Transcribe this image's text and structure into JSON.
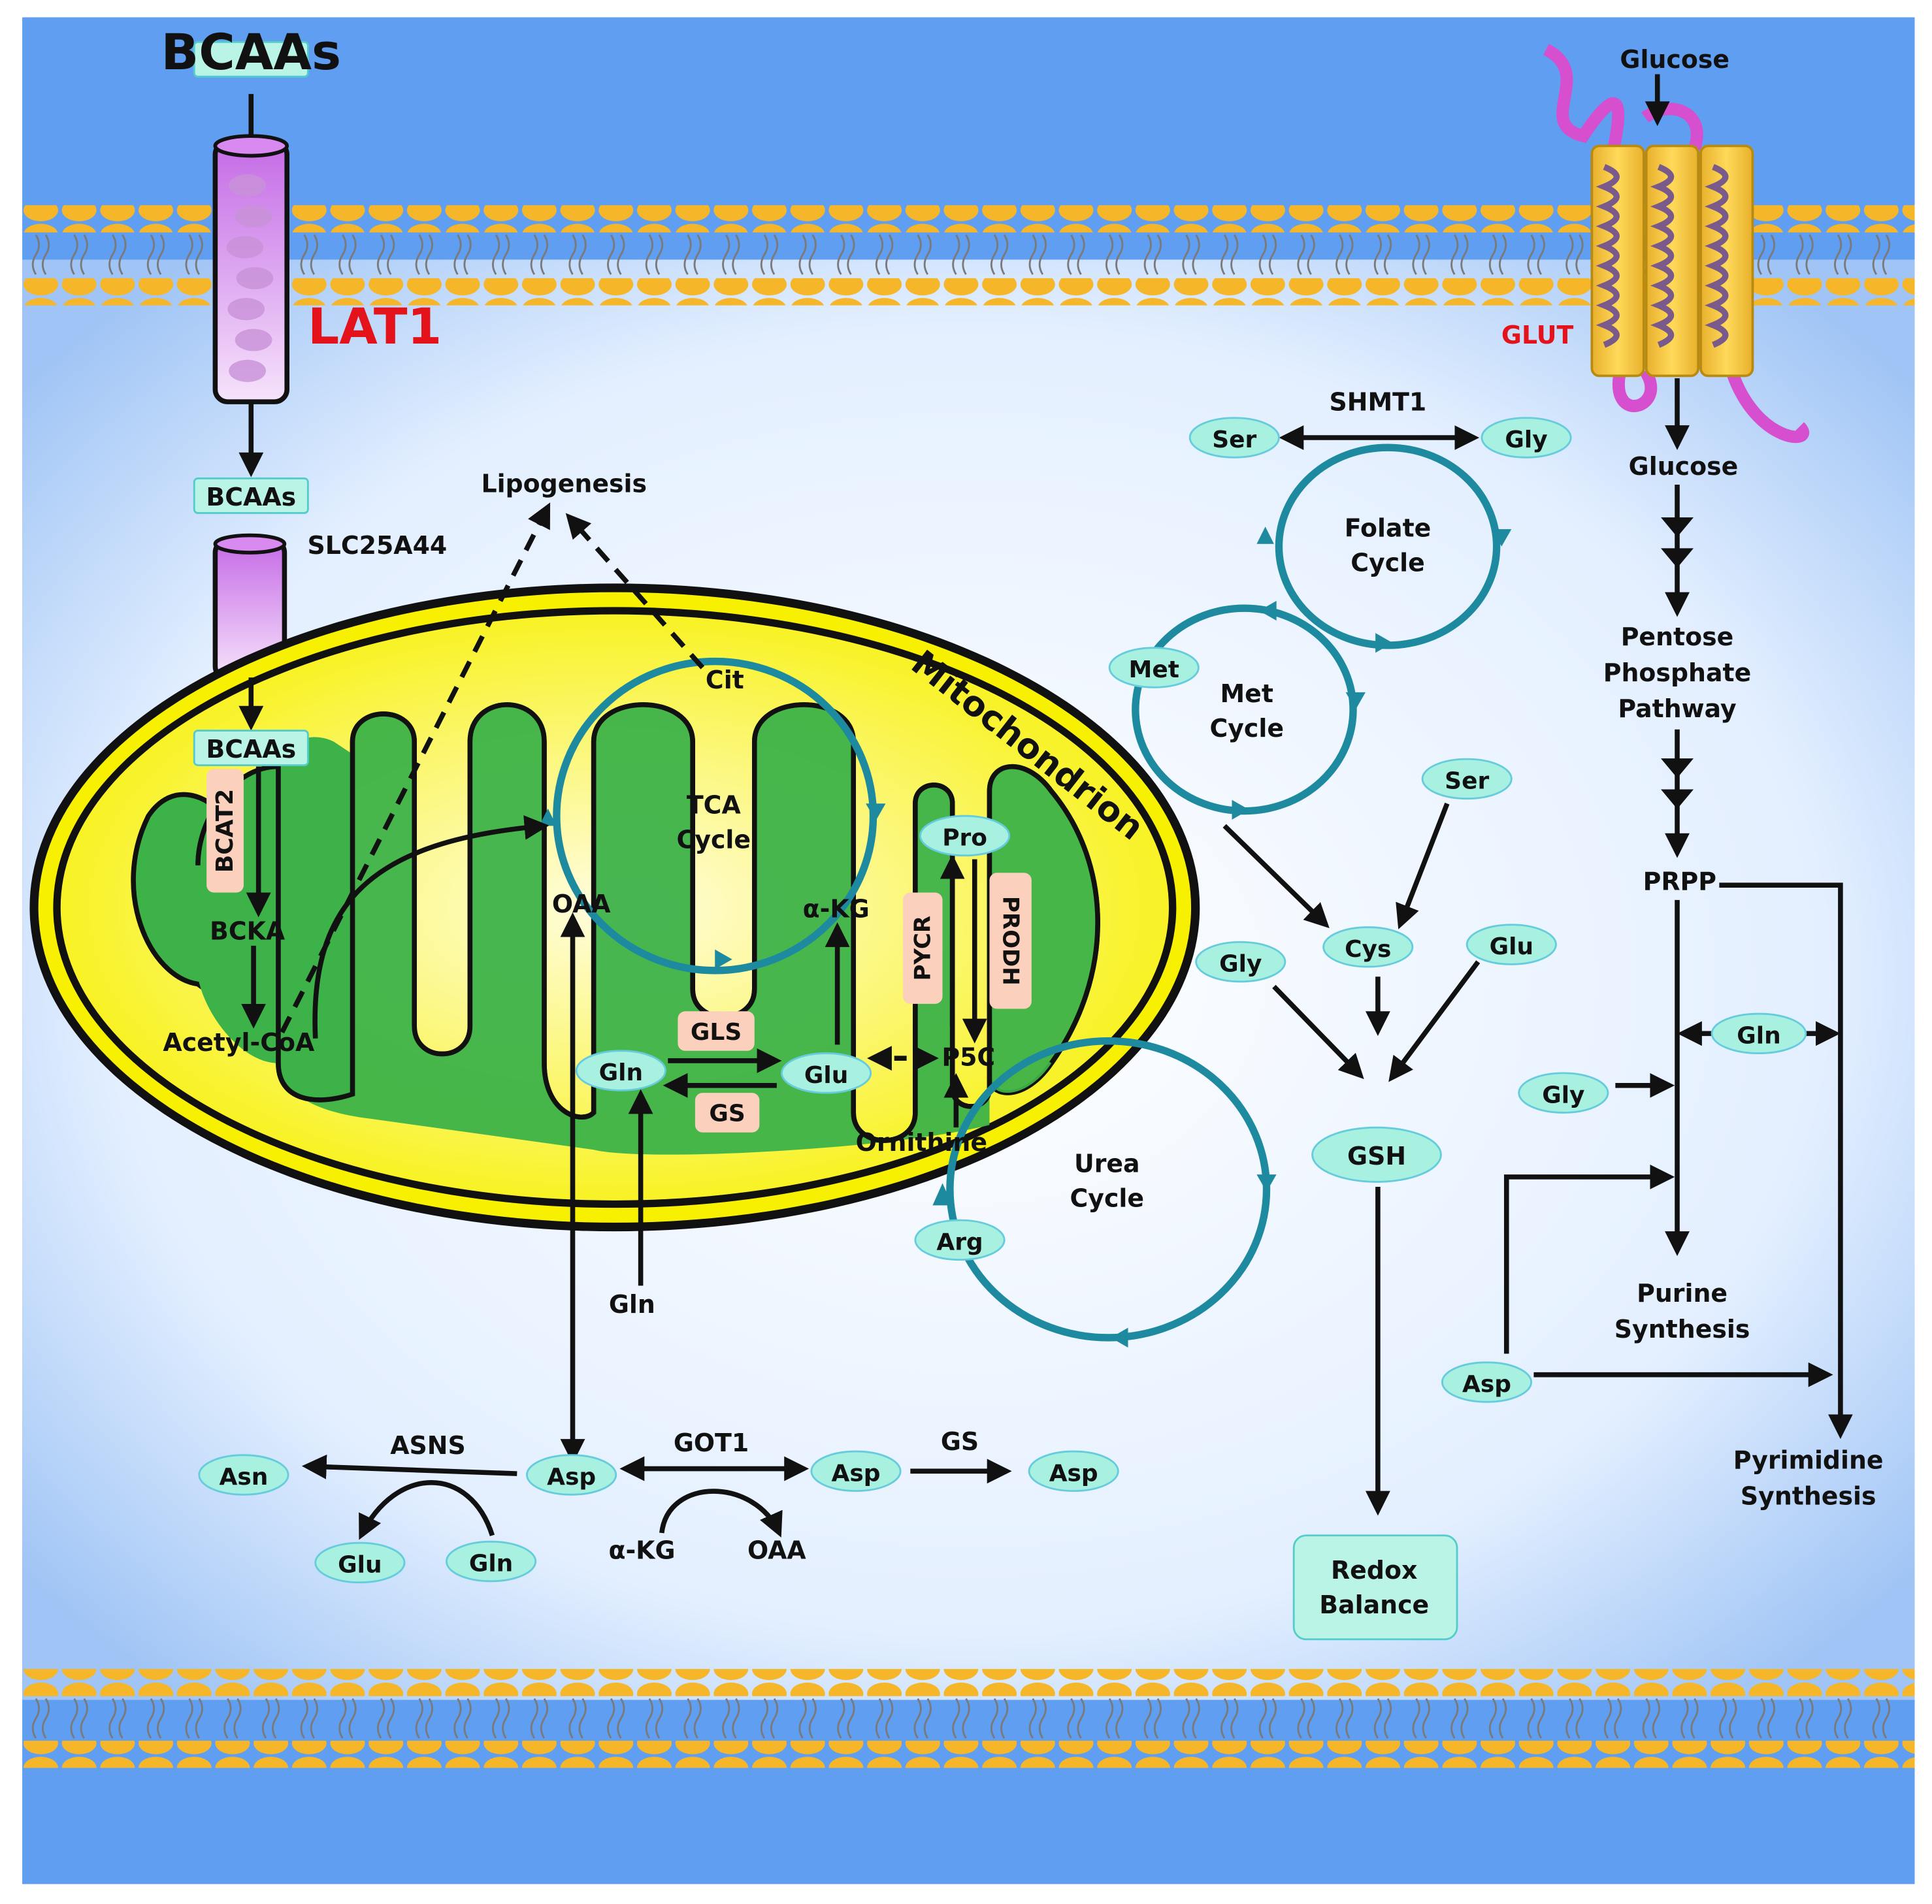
{
  "colors": {
    "extracellular": "#5f9ef0",
    "cytoplasm": "#eef5ff",
    "membrane_head": "#f5b62a",
    "mito_outer": "#f7f000",
    "mito_inner": "#3db249",
    "cycle": "#1e8aa0",
    "oval_fill": "#a8f0e0",
    "enzyme_fill": "#fbd0bc",
    "transporter_red": "#e3121b",
    "lat1_purple": "#b44fd8"
  },
  "transport": {
    "bcaas_top": "BCAAs",
    "lat1": "LAT1",
    "bcaas_mid": "BCAAs",
    "slc25a44": "SLC25A44",
    "bcaas_mito": "BCAAs",
    "glucose_top": "Glucose",
    "glut": "GLUT",
    "glucose_in": "Glucose"
  },
  "mito": {
    "title": "Mitochondrion",
    "bcat2": "BCAT2",
    "bcka": "BCKA",
    "acetyl_coa": "Acetyl-CoA",
    "cit": "Cit",
    "tca": [
      "TCA",
      "Cycle"
    ],
    "oaa": "OAA",
    "akg": "α-KG",
    "pro": "Pro",
    "pycr": "PYCR",
    "prodh": "PRODH",
    "p5c": "P5C",
    "gls": "GLS",
    "gs": "GS",
    "gln": "Gln",
    "glu": "Glu",
    "ornithine": "Ornithine"
  },
  "lipogenesis": "Lipogenesis",
  "urea": {
    "cycle": [
      "Urea",
      "Cycle"
    ],
    "arg": "Arg"
  },
  "cyto": {
    "gln_bottom": "Gln",
    "asns": "ASNS",
    "asn": "Asn",
    "asp1": "Asp",
    "glu_b": "Glu",
    "gln_b": "Gln",
    "got1": "GOT1",
    "asp2": "Asp",
    "akg_b": "α-KG",
    "oaa_b": "OAA",
    "gs_b": "GS",
    "asp3": "Asp"
  },
  "folate": {
    "shmt1": "SHMT1",
    "ser": "Ser",
    "gly": "Gly",
    "cycle": [
      "Folate",
      "Cycle"
    ],
    "met": "Met",
    "met_cycle": [
      "Met",
      "Cycle"
    ],
    "ser2": "Ser",
    "cys": "Cys",
    "gly2": "Gly",
    "glu": "Glu",
    "gsh": "GSH",
    "redox": [
      "Redox",
      "Balance"
    ]
  },
  "ppp": {
    "pentose": [
      "Pentose",
      "Phosphate",
      "Pathway"
    ],
    "prpp": "PRPP",
    "gln": "Gln",
    "gly": "Gly",
    "asp": "Asp",
    "purine": [
      "Purine",
      "Synthesis"
    ],
    "pyrimidine": [
      "Pyrimidine",
      "Synthesis"
    ]
  }
}
